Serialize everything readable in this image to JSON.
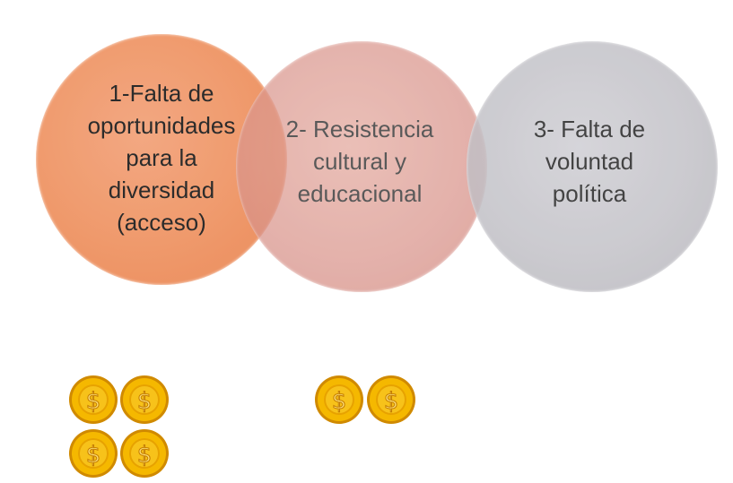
{
  "circles": [
    {
      "label": "1-Falta de oportunidades para la diversidad (acceso)",
      "color": "#ee915f"
    },
    {
      "label": "2- Resistencia cultural y educacional",
      "color": "#d9938a"
    },
    {
      "label": "3- Falta de voluntad política",
      "color": "#bfbec4"
    }
  ],
  "coin_groups": [
    {
      "count": 4,
      "icon": "dollar-coin-icon"
    },
    {
      "count": 2,
      "icon": "dollar-coin-icon"
    }
  ],
  "coin_colors": {
    "gold": "#f5b800",
    "rim": "#d08a00",
    "symbol": "#f9dc5c"
  }
}
